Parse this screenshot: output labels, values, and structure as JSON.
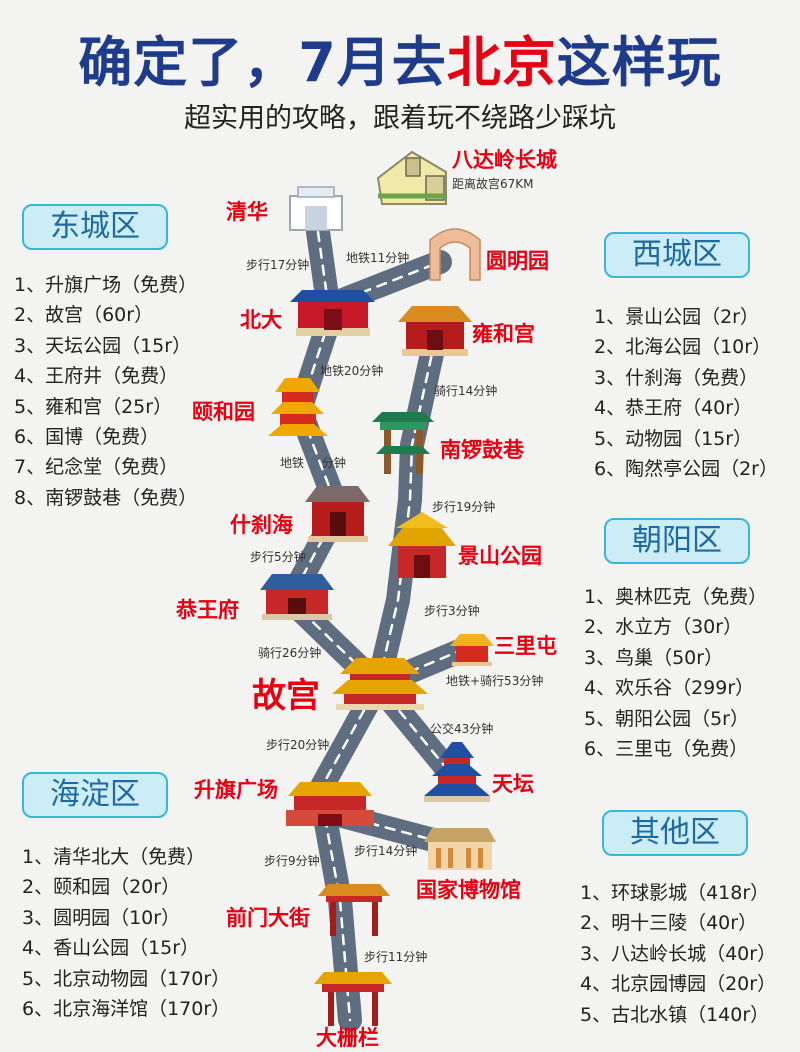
{
  "header": {
    "title_part1": "确定了，7月去",
    "title_highlight": "北京",
    "title_part2": "这样玩",
    "subtitle": "超实用的攻略，跟着玩不绕路少踩坑"
  },
  "districts": {
    "dongcheng": {
      "name": "东城区",
      "items": [
        "1、升旗广场（免费）",
        "2、故宫（60r）",
        "3、天坛公园（15r）",
        "4、王府井（免费）",
        "5、雍和宫（25r）",
        "6、国博（免费）",
        "7、纪念堂（免费）",
        "8、南锣鼓巷（免费）"
      ]
    },
    "xicheng": {
      "name": "西城区",
      "items": [
        "1、景山公园（2r）",
        "2、北海公园（10r）",
        "3、什刹海（免费）",
        "4、恭王府（40r）",
        "5、动物园（15r）",
        "6、陶然亭公园（2r）"
      ]
    },
    "chaoyang": {
      "name": "朝阳区",
      "items": [
        "1、奥林匹克（免费）",
        "2、水立方（30r）",
        "3、鸟巢（50r）",
        "4、欢乐谷（299r）",
        "5、朝阳公园（5r）",
        "6、三里屯（免费）"
      ]
    },
    "haidian": {
      "name": "海淀区",
      "items": [
        "1、清华北大（免费）",
        "2、颐和园（20r）",
        "3、圆明园（10r）",
        "4、香山公园（15r）",
        "5、北京动物园（170r）",
        "6、北京海洋馆（170r）"
      ]
    },
    "other": {
      "name": "其他区",
      "items": [
        "1、环球影城（418r）",
        "2、明十三陵（40r）",
        "3、八达岭长城（40r）",
        "4、北京园博园（20r）",
        "5、古北水镇（140r）"
      ]
    }
  },
  "places": {
    "badaling": "八达岭长城",
    "badaling_note": "距离故宫67KM",
    "qinghua": "清华",
    "yuanmingyuan": "圆明园",
    "beida": "北大",
    "yonghegong": "雍和宫",
    "yiheyuan": "颐和园",
    "nanluoguxiang": "南锣鼓巷",
    "shichahai": "什刹海",
    "jingshan": "景山公园",
    "gongwangfu": "恭王府",
    "sanlitun": "三里屯",
    "gugong": "故宫",
    "tiantan": "天坛",
    "shengqi": "升旗广场",
    "guobo": "国家博物馆",
    "qianmen": "前门大街",
    "dashilan": "大栅栏"
  },
  "routes": {
    "r1": "步行17分钟",
    "r2": "地铁11分钟",
    "r3": "地铁20分钟",
    "r4": "骑行14分钟",
    "r5": "地铁",
    "r6": "分钟",
    "r7": "步行19分钟",
    "r8": "步行5分钟",
    "r9": "步行3分钟",
    "r10": "骑行26分钟",
    "r11": "地铁+骑行53分钟",
    "r12": "公交43分钟",
    "r13": "步行20分钟",
    "r14": "步行14分钟",
    "r15": "步行9分钟",
    "r16": "步行11分钟"
  },
  "colors": {
    "title_blue": "#1f3b8c",
    "accent_red": "#e60012",
    "district_bg": "#ccecf6",
    "district_border": "#38b6d8",
    "road": "#5f6d80"
  }
}
